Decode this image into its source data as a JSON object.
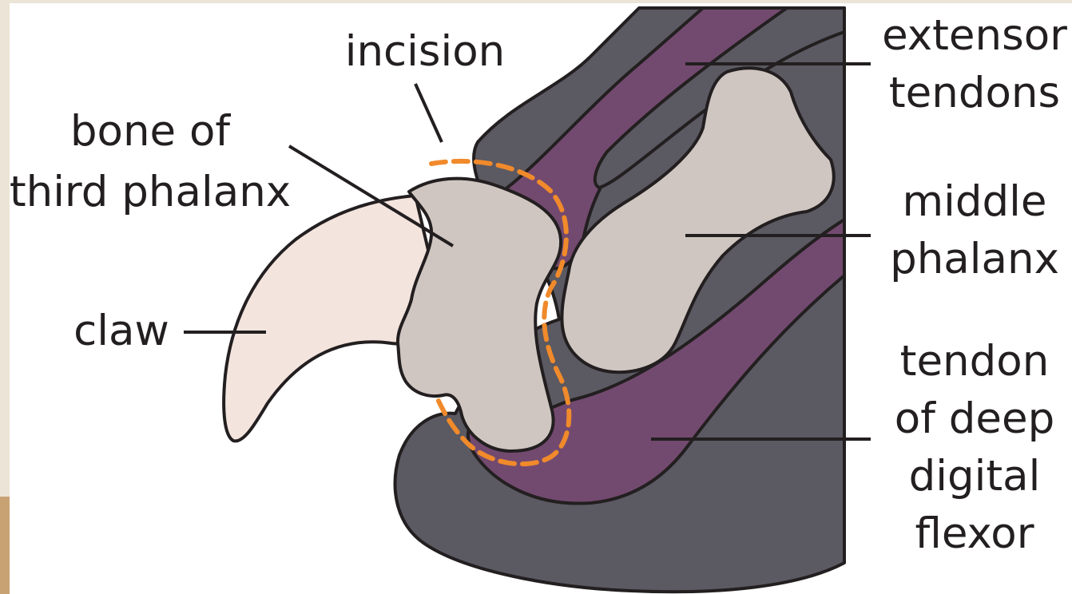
{
  "labels": {
    "incision": "incision",
    "bone_line1": "bone of",
    "bone_line2": "third phalanx",
    "claw": "claw",
    "extensor_line1": "extensor",
    "extensor_line2": "tendons",
    "middle_line1": "middle",
    "middle_line2": "phalanx",
    "tendon_line1": "tendon",
    "tendon_line2": "of deep",
    "tendon_line3": "digital",
    "tendon_line4": "flexor"
  },
  "colors": {
    "skin": "#5b5962",
    "tendon": "#734a6f",
    "bone": "#d0c6c1",
    "claw": "#f3e4de",
    "incision": "#f08a2b",
    "outline": "#231f20",
    "background_frame": "#ece4d6"
  }
}
